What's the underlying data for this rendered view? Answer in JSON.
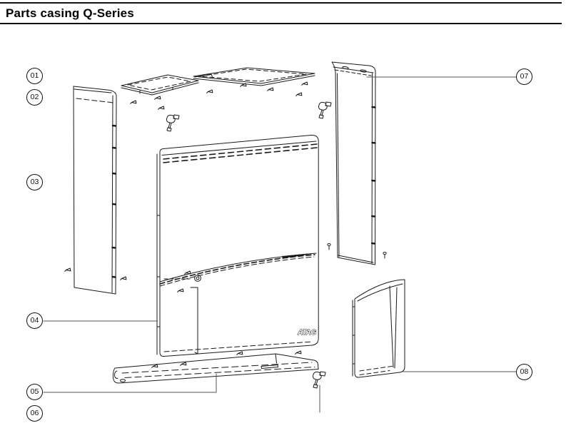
{
  "page": {
    "title": "Parts casing Q-Series"
  },
  "colors": {
    "ink": "#1a1a1a",
    "leader": "#555555",
    "background": "#ffffff"
  },
  "diagram": {
    "logo": "ATAG",
    "callouts": [
      {
        "label": "01"
      },
      {
        "label": "02"
      },
      {
        "label": "03"
      },
      {
        "label": "04"
      },
      {
        "label": "05"
      },
      {
        "label": "06"
      },
      {
        "label": "07"
      },
      {
        "label": "08"
      }
    ]
  }
}
